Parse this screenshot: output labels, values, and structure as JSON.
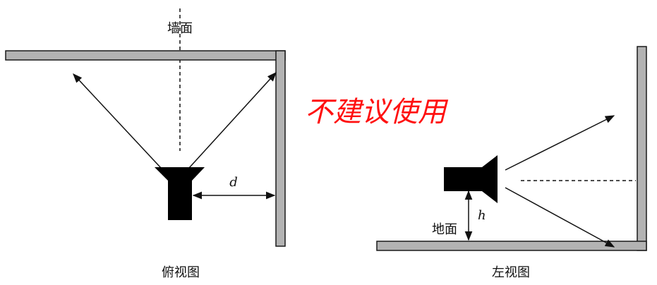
{
  "top_view": {
    "wall_label": "墙面",
    "distance_label": "d",
    "caption": "俯视图"
  },
  "side_view": {
    "height_label": "h",
    "floor_label": "地面",
    "caption": "左视图"
  },
  "warning": {
    "text": "不建议使用",
    "color": "#ff1010"
  },
  "colors": {
    "wall_fill": "#b3b3b3",
    "wall_stroke": "#1a1a1a",
    "speaker_fill": "#000000",
    "ink": "#111111"
  }
}
